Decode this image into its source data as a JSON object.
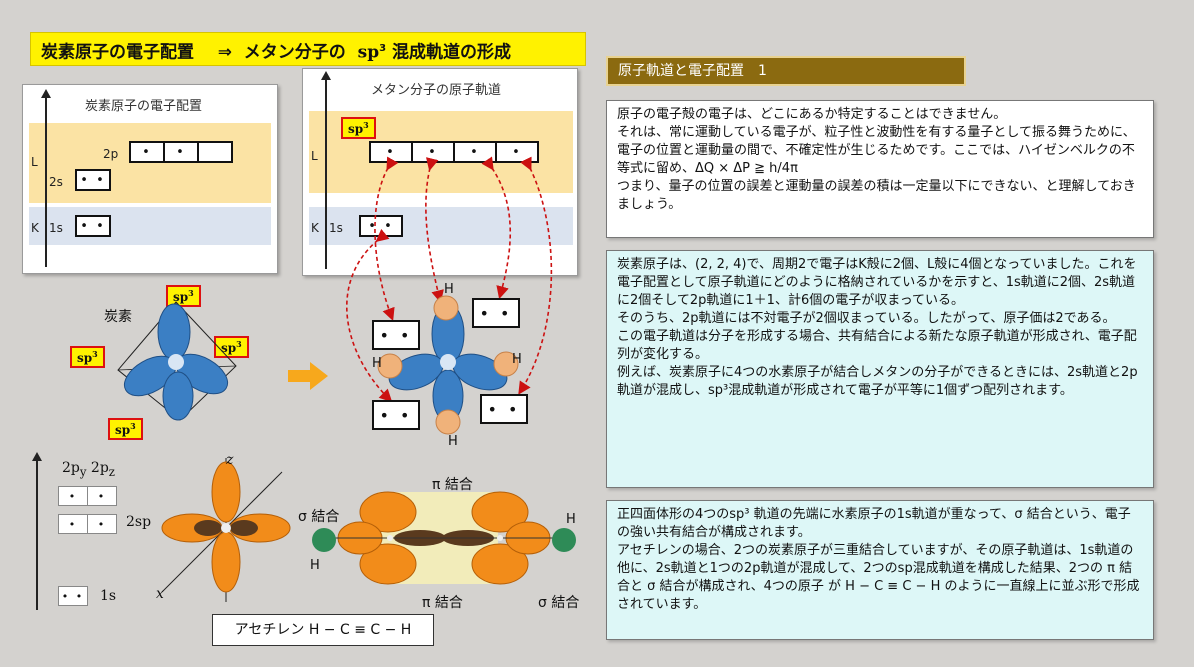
{
  "title": {
    "part1": "炭素原子の電子配置",
    "arrow": "⇒",
    "part2": "メタン分子の",
    "sp": "sp",
    "sup": "3",
    "part3": "混成軌道の形成"
  },
  "carbon_panel": {
    "title": "炭素原子の電子配置",
    "L": "L",
    "K": "K",
    "label_2p": "2p",
    "label_2s": "2s",
    "label_1s": "1s",
    "cells_2p": [
      "•",
      "•",
      ""
    ],
    "cells_2s": [
      "• •"
    ],
    "cells_1s": [
      "• •"
    ]
  },
  "methane_panel": {
    "title": "メタン分子の原子軌道",
    "sp3_tag": "sp",
    "sp3_sup": "3",
    "L": "L",
    "K": "K",
    "label_1s": "1s",
    "cells_sp3": [
      "•",
      "•",
      "•",
      "•"
    ],
    "cells_1s": [
      "• •"
    ]
  },
  "carbon_diagram": {
    "label": "炭素",
    "tags": [
      "sp",
      "sp",
      "sp",
      "sp"
    ],
    "tag_sup": "3"
  },
  "methane_diagram": {
    "H_labels": [
      "H",
      "H",
      "H",
      "H"
    ],
    "eboxes": [
      "• •",
      "• •",
      "• •",
      "• •"
    ]
  },
  "hybrid_diagram": {
    "label_2p": "2p",
    "sub_y": "y",
    "sub_z": "z",
    "label_2sp": "2sp",
    "label_1s": "1s",
    "row1": [
      "•",
      "•"
    ],
    "row2": [
      "•",
      "•"
    ],
    "row3": [
      "• •"
    ],
    "axis_z": "z",
    "axis_x": "x"
  },
  "acetylene": {
    "pi_top": "π 結合",
    "pi_bottom": "π 結合",
    "sigma_left": "σ 結合",
    "sigma_right": "σ 結合",
    "H_left": "H",
    "H_right": "H",
    "caption": "アセチレン H − C ≡ C − H"
  },
  "right_header": "原子軌道と電子配置　1",
  "box1": [
    "原子の電子殻の電子は、どこにあるか特定することはできません。",
    "それは、常に運動している電子が、粒子性と波動性を有する量子として振る舞うために、電子の位置と運動量の間で、不確定性が生じるためです。ここでは、ハイゼンベルクの不等式に留め、ΔQ × ΔP ≧ h/4π",
    "つまり、量子の位置の誤差と運動量の誤差の積は一定量以下にできない、と理解しておきましょう。"
  ],
  "box2": [
    "炭素原子は、(2, 2, 4)で、周期2で電子はK殻に2個、L殻に4個となっていました。これを電子配置として原子軌道にどのように格納されているかを示すと、1s軌道に2個、2s軌道に2個そして2p軌道に1＋1、計6個の電子が収まっている。",
    "そのうち、2p軌道には不対電子が2個収まっている。したがって、原子価は2である。",
    "この電子軌道は分子を形成する場合、共有結合による新たな原子軌道が形成され、電子配列が変化する。",
    "例えば、炭素原子に4つの水素原子が結合しメタンの分子ができるときには、2s軌道と2p軌道が混成し、sp³混成軌道が形成されて電子が平等に1個ずつ配列されます。"
  ],
  "box3": [
    "正四面体形の4つのsp³ 軌道の先端に水素原子の1s軌道が重なって、σ 結合という、電子の強い共有結合が構成されます。",
    "アセチレンの場合、2つの炭素原子が三重結合していますが、その原子軌道は、1s軌道の他に、2s軌道と1つの2p軌道が混成して、2つのsp混成軌道を構成した結果、2つの π 結合と σ 結合が構成され、4つの原子 が H − C ≡ C − H のように一直線上に並ぶ形で形成されています。"
  ],
  "colors": {
    "title_bg": "#fff200",
    "header_bg": "#8b6a10",
    "band_L": "#fbe3a4",
    "band_K": "#dbe3ef",
    "orbital_blue": "#3b7fc4",
    "orbital_orange": "#f28c1a",
    "hydrogen": "#f0b27a",
    "arrow_red": "#cc1111"
  }
}
